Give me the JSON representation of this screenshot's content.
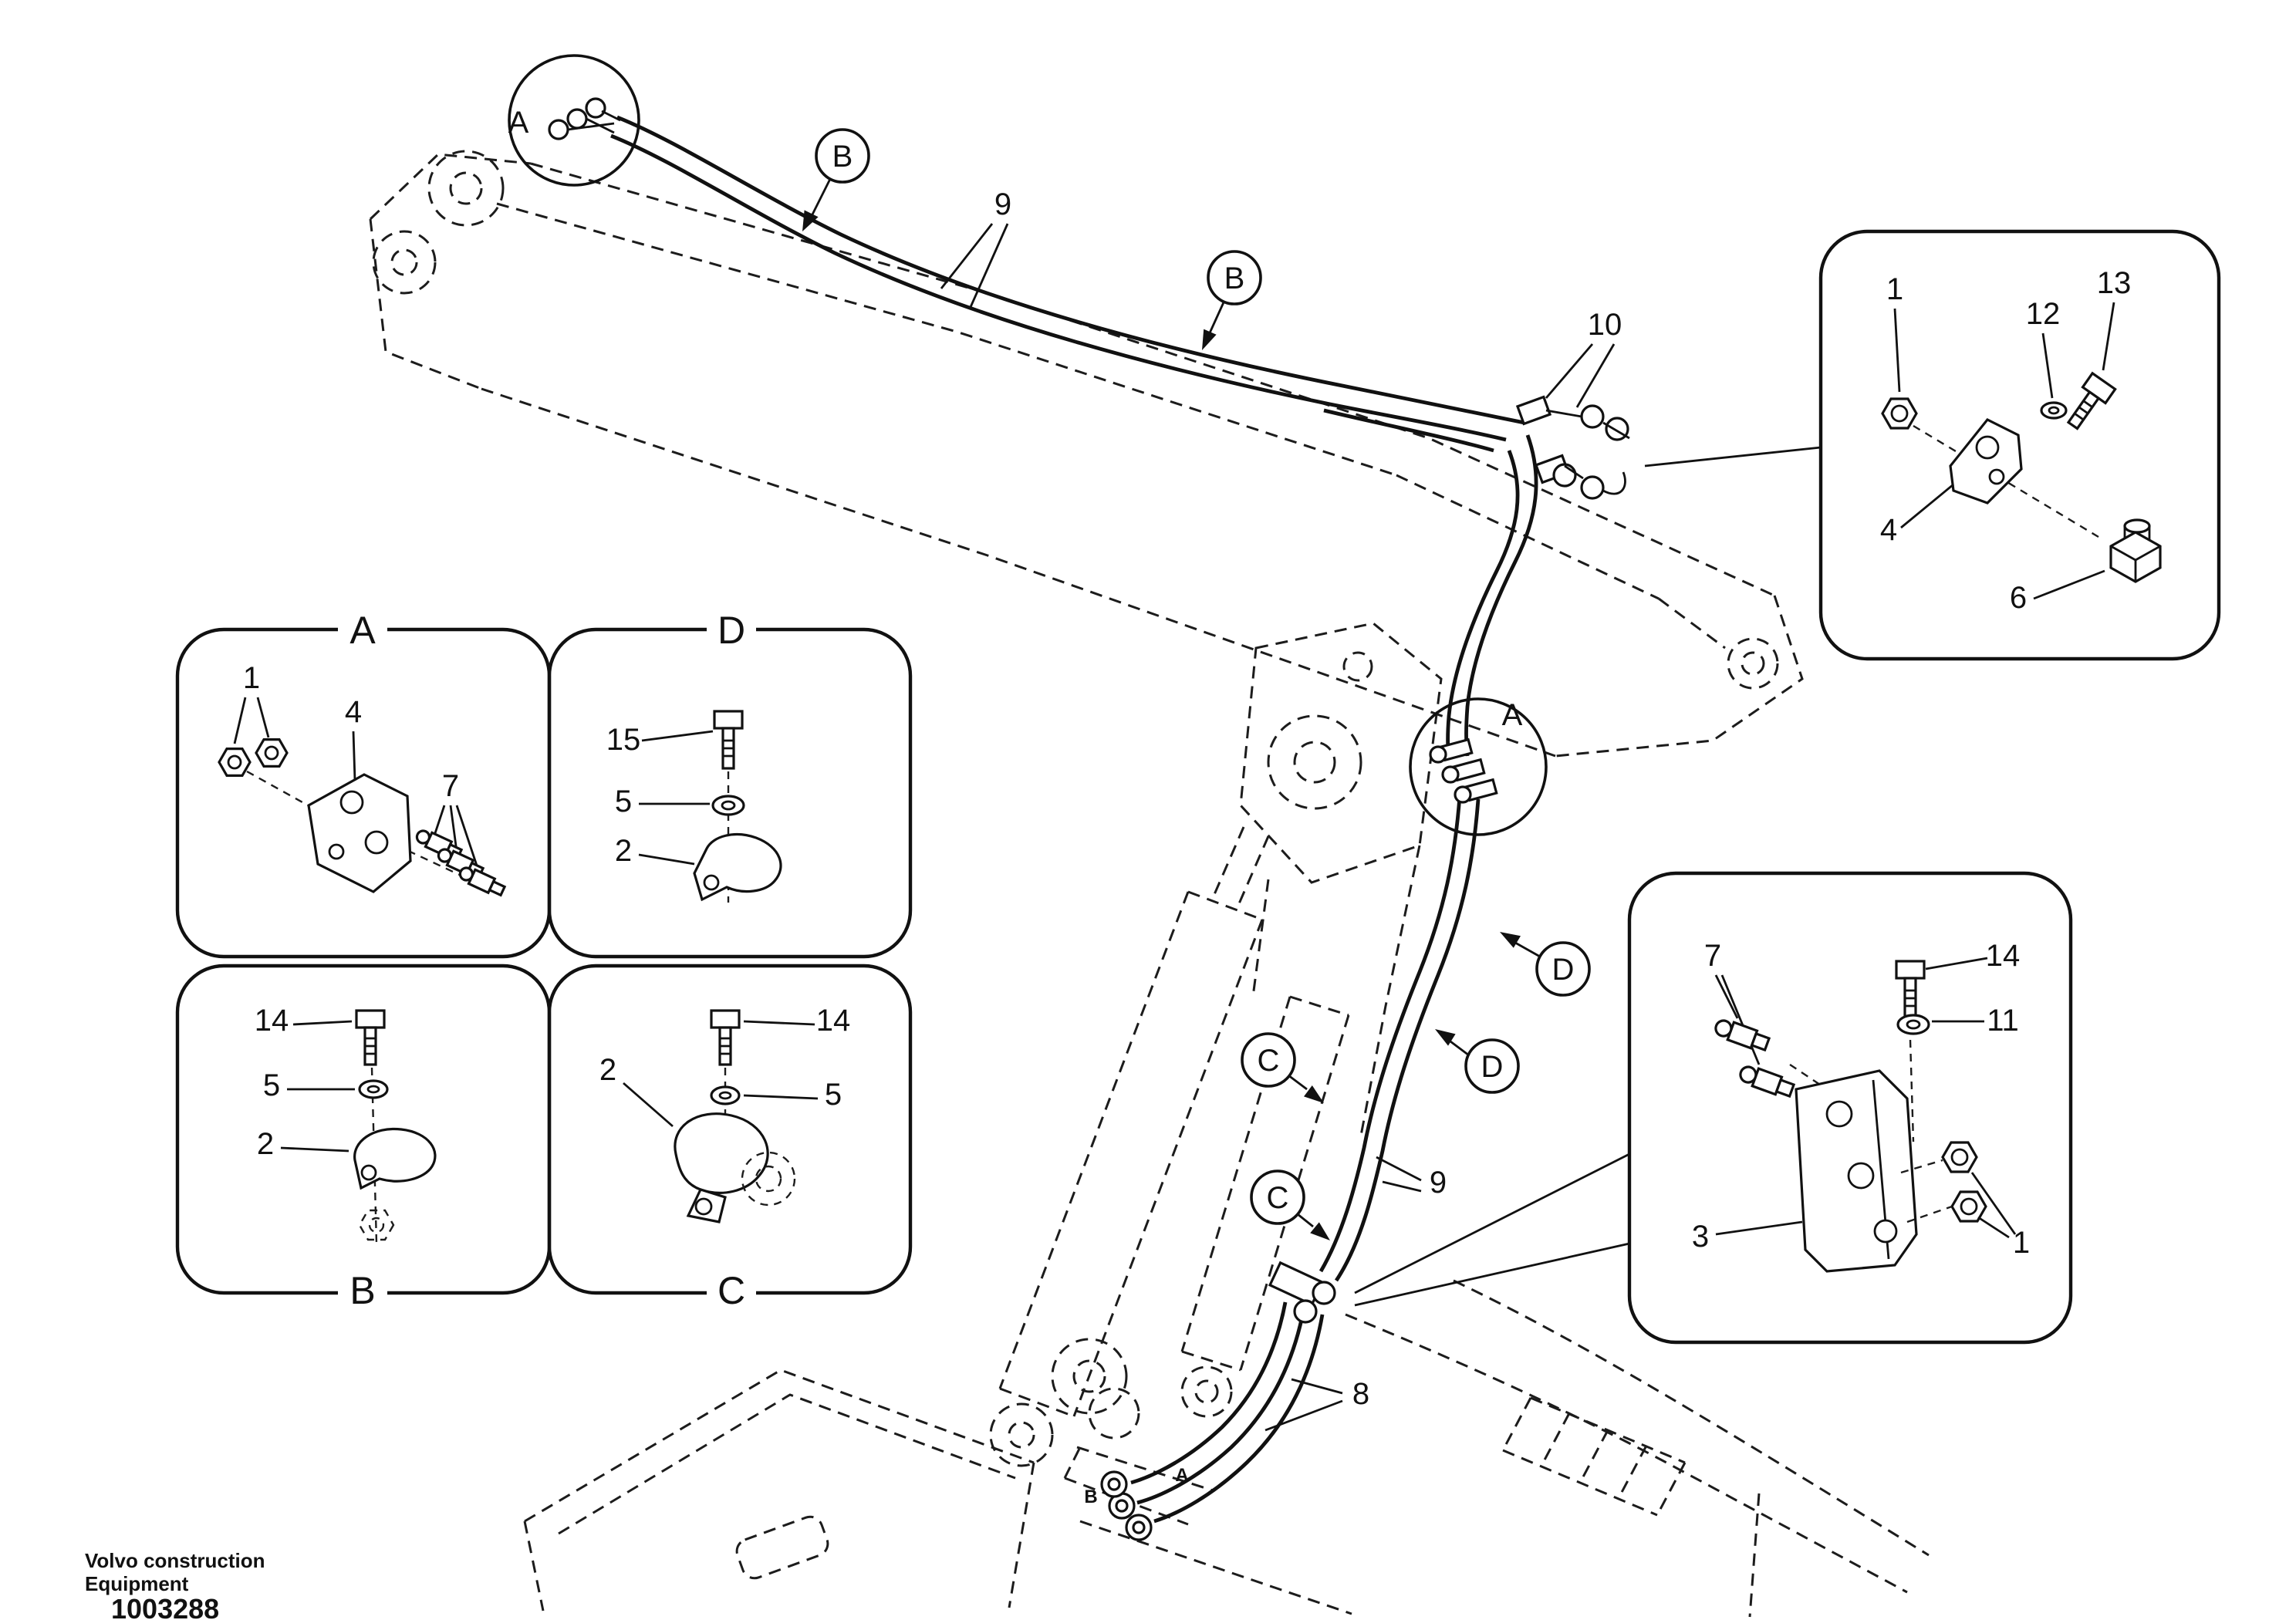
{
  "colors": {
    "ink": "#1a1a1a",
    "paper": "#ffffff"
  },
  "footer": {
    "brand_line1": "Volvo construction",
    "brand_line2": "Equipment",
    "doc_number": "1003288"
  },
  "main": {
    "callout_a_top": "A",
    "callout_b_upper": "B",
    "callout_b_mid": "B",
    "callout_a_mid": "A",
    "callout_d_upper": "D",
    "callout_d_lower": "D",
    "callout_c_upper": "C",
    "callout_c_lower": "C",
    "label_pipes_upper": "9",
    "label_fitting_group": "10",
    "label_pipes_lower": "9",
    "label_hoses": "8",
    "port_label_a": "A",
    "port_label_b": "B"
  },
  "box_top_right": {
    "label_nut": "1",
    "label_washer": "12",
    "label_bolt": "13",
    "label_bracket": "4",
    "label_elbow": "6"
  },
  "box_a": {
    "title": "A",
    "label_nuts": "1",
    "label_bracket": "4",
    "label_fittings": "7"
  },
  "box_d": {
    "title": "D",
    "label_bolt": "15",
    "label_washer": "5",
    "label_clamp": "2"
  },
  "box_b": {
    "title": "B",
    "label_bolt": "14",
    "label_washer": "5",
    "label_clamp": "2"
  },
  "box_c": {
    "title": "C",
    "label_clamp": "2",
    "label_bolt": "14",
    "label_washer": "5"
  },
  "box_right": {
    "label_fittings": "7",
    "label_bolt": "14",
    "label_washer": "11",
    "label_bracket": "3",
    "label_nuts": "1"
  }
}
